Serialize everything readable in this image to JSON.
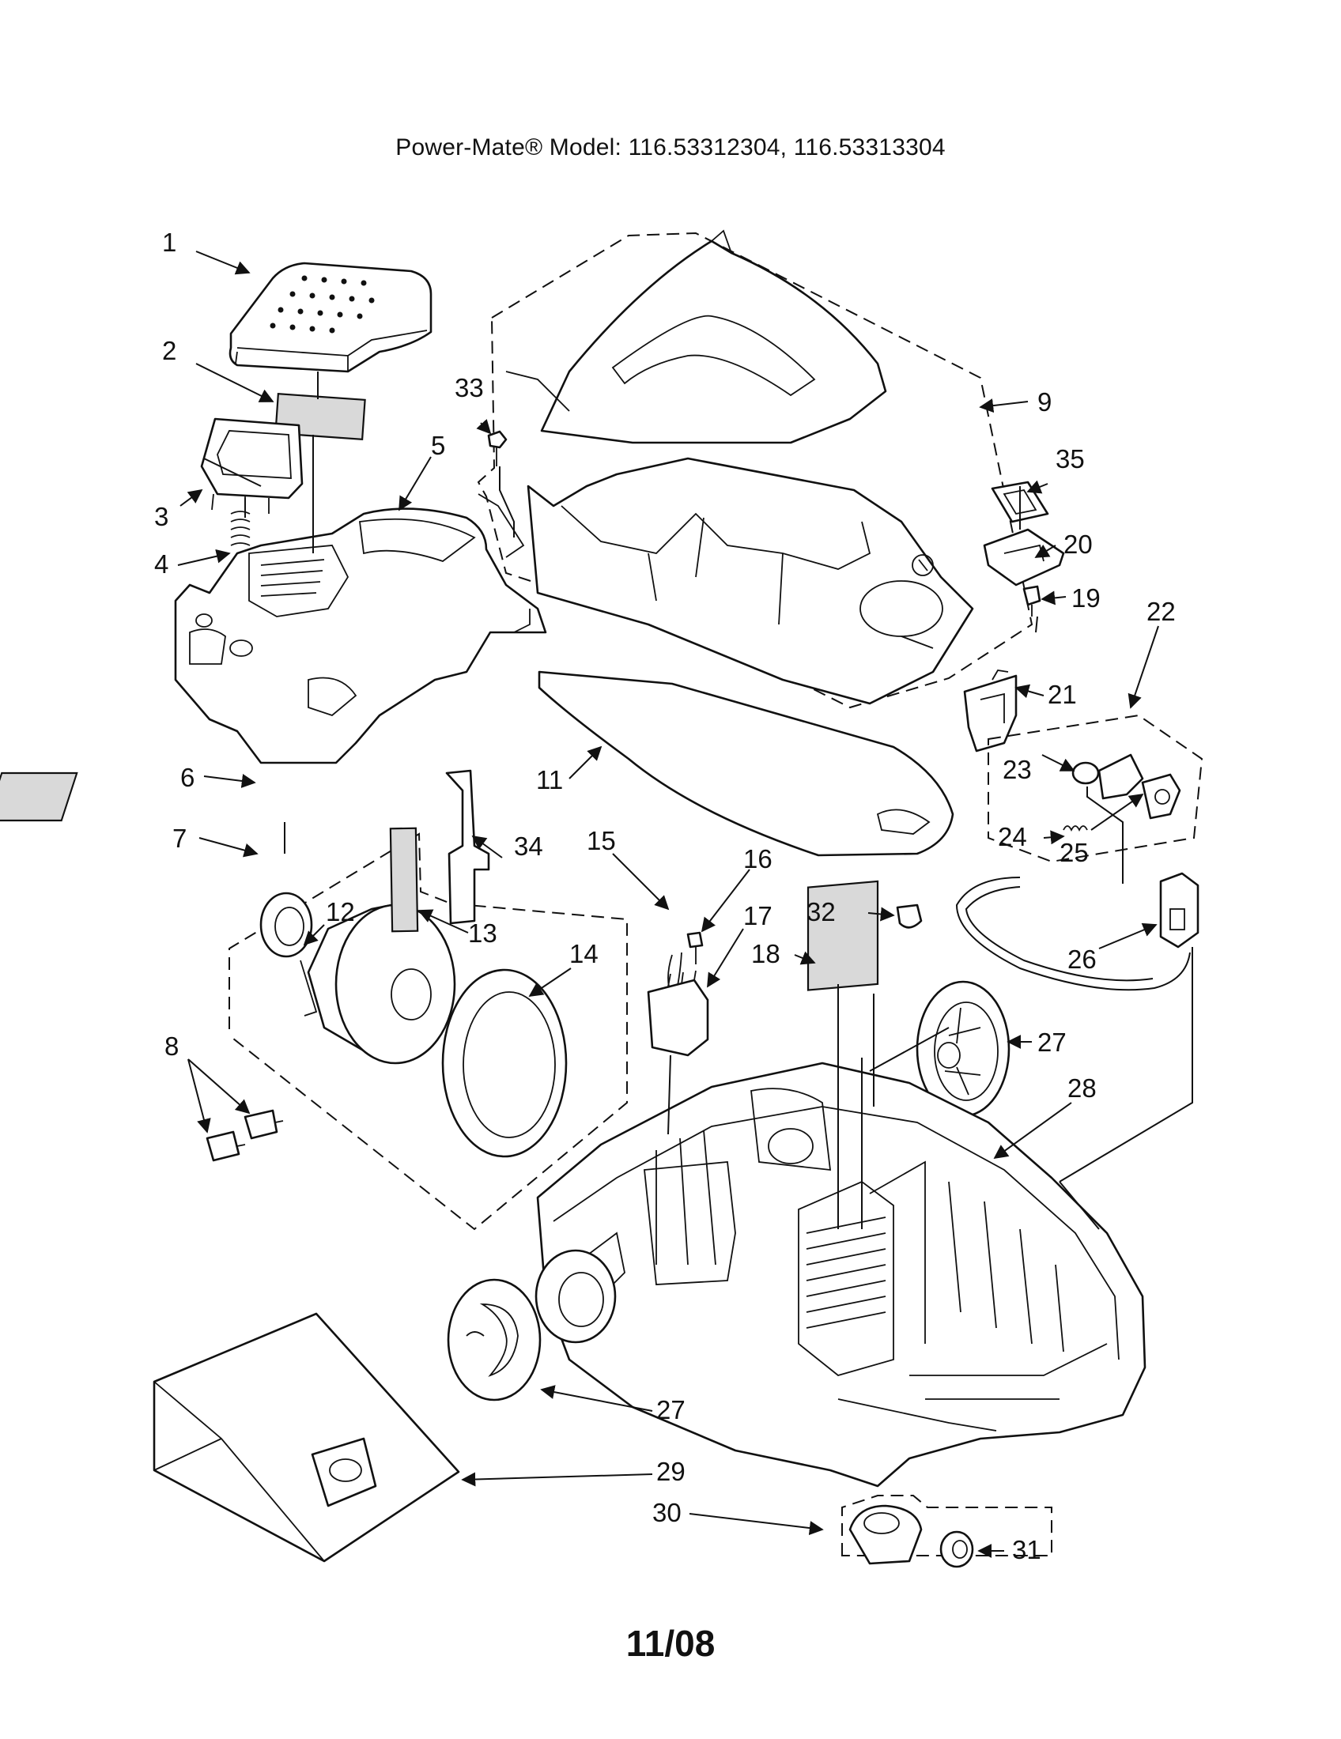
{
  "header": {
    "title": "Power-Mate® Model:  116.53312304, 116.53313304"
  },
  "footer": {
    "date": "11/08"
  },
  "callouts": [
    {
      "id": "c1",
      "label": "1"
    },
    {
      "id": "c2",
      "label": "2"
    },
    {
      "id": "c3",
      "label": "3"
    },
    {
      "id": "c4",
      "label": "4"
    },
    {
      "id": "c5",
      "label": "5"
    },
    {
      "id": "c6",
      "label": "6"
    },
    {
      "id": "c7",
      "label": "7"
    },
    {
      "id": "c8",
      "label": "8"
    },
    {
      "id": "c9",
      "label": "9"
    },
    {
      "id": "c11",
      "label": "11"
    },
    {
      "id": "c12",
      "label": "12"
    },
    {
      "id": "c13",
      "label": "13"
    },
    {
      "id": "c14",
      "label": "14"
    },
    {
      "id": "c15",
      "label": "15"
    },
    {
      "id": "c16",
      "label": "16"
    },
    {
      "id": "c17",
      "label": "17"
    },
    {
      "id": "c18",
      "label": "18"
    },
    {
      "id": "c19",
      "label": "19"
    },
    {
      "id": "c20",
      "label": "20"
    },
    {
      "id": "c21",
      "label": "21"
    },
    {
      "id": "c22",
      "label": "22"
    },
    {
      "id": "c23",
      "label": "23"
    },
    {
      "id": "c24",
      "label": "24"
    },
    {
      "id": "c25",
      "label": "25"
    },
    {
      "id": "c26",
      "label": "26"
    },
    {
      "id": "c27a",
      "label": "27"
    },
    {
      "id": "c27b",
      "label": "27"
    },
    {
      "id": "c28",
      "label": "28"
    },
    {
      "id": "c29",
      "label": "29"
    },
    {
      "id": "c30",
      "label": "30"
    },
    {
      "id": "c31",
      "label": "31"
    },
    {
      "id": "c32",
      "label": "32"
    },
    {
      "id": "c33",
      "label": "33"
    },
    {
      "id": "c34",
      "label": "34"
    },
    {
      "id": "c35",
      "label": "35"
    }
  ]
}
